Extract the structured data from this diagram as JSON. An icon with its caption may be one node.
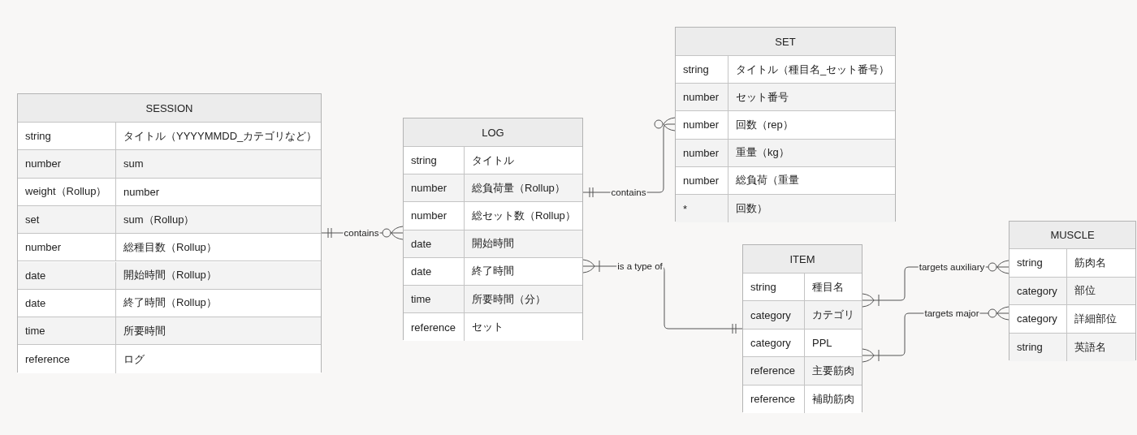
{
  "diagram": {
    "nodes": [
      {
        "text": [
          "SESSION",
          "string",
          "タイトル（YYYYMMDD_カテゴリなど）",
          "number",
          "sum",
          "weight（Rollup）",
          "number",
          "set",
          "sum（Rollup）",
          "number",
          "総種目数（Rollup）",
          "date",
          "開始時間（Rollup）",
          "date",
          "終了時間（Rollup）",
          "time",
          "所要時間",
          "reference",
          "ログ"
        ]
      },
      {
        "text": [
          "LOG",
          "string",
          "タイトル",
          "number",
          "総負荷量（Rollup）",
          "number",
          "総セット数（Rollup）",
          "date",
          "開始時間",
          "date",
          "終了時間",
          "time",
          "所要時間（分）",
          "reference",
          "セット"
        ]
      },
      {
        "text": [
          "SET",
          "string",
          "タイトル（種目名_セット番号）",
          "number",
          "セット番号",
          "number",
          "回数（rep）",
          "number",
          "重量（kg）",
          "number",
          "総負荷（重量",
          "*",
          "回数）"
        ]
      },
      {
        "text": [
          "ITEM",
          "string",
          "種目名",
          "category",
          "カテゴリ",
          "category",
          "PPL",
          "reference",
          "主要筋肉",
          "reference",
          "補助筋肉"
        ]
      },
      {
        "text": [
          "MUSCLE",
          "string",
          "筋肉名",
          "category",
          "部位",
          "category",
          "詳細部位",
          "string",
          "英語名"
        ]
      }
    ],
    "edges": [
      {
        "from": 0,
        "to": 1,
        "arrow": "other",
        "label": "contains"
      },
      {
        "from": 1,
        "to": 2,
        "arrow": "other",
        "label": "contains"
      },
      {
        "from": 1,
        "to": 3,
        "arrow": "other",
        "label": "is a type of"
      },
      {
        "from": 3,
        "to": 4,
        "arrow": "other",
        "label": "targets auxiliary"
      },
      {
        "from": 3,
        "to": 4,
        "arrow": "other",
        "label": "targets major"
      }
    ]
  }
}
